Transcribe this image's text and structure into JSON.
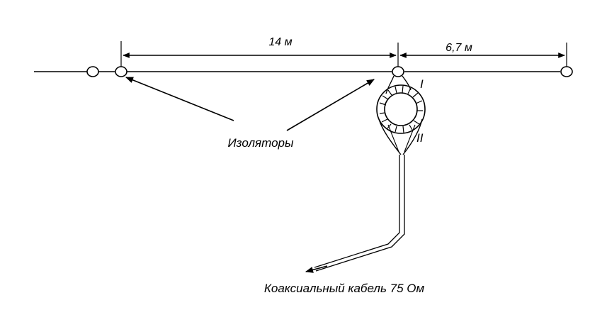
{
  "dimensions": {
    "span_main": "14 м",
    "span_side": "6,7 м"
  },
  "labels": {
    "insulators": "Изоляторы",
    "winding_1": "I",
    "winding_2": "II",
    "cable": "Коаксиальный кабель 75 Ом"
  },
  "colors": {
    "line": "#000000",
    "background": "#ffffff"
  }
}
